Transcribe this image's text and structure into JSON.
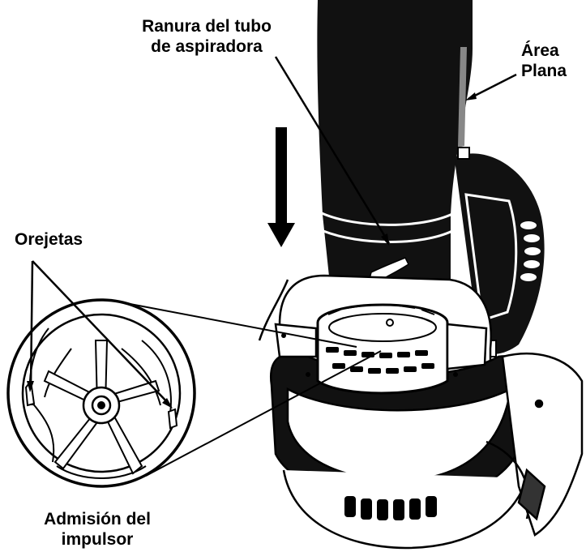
{
  "labels": {
    "tube_slot": {
      "line1": "Ranura del tubo",
      "line2": "de aspiradora"
    },
    "flat_area": {
      "line1": "Área",
      "line2": "Plana"
    },
    "tabs": "Orejetas",
    "impeller_intake": {
      "line1": "Admisión del",
      "line2": "impulsor"
    }
  },
  "colors": {
    "ink": "#000000",
    "paper": "#ffffff",
    "shade": "#1a1a1a"
  },
  "icons": [
    "down-arrow-icon"
  ]
}
